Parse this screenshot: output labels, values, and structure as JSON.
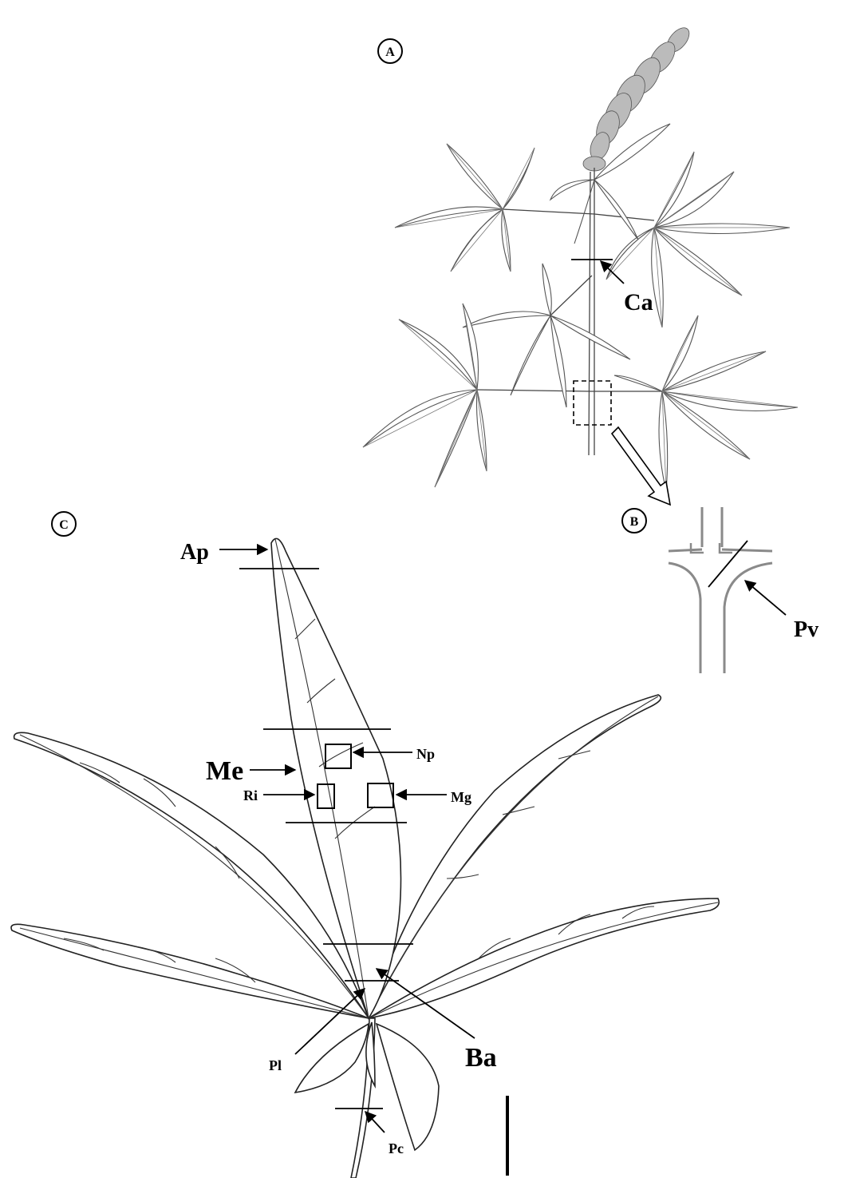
{
  "panels": {
    "a": "A",
    "b": "B",
    "c": "C"
  },
  "labels": {
    "ca": "Ca",
    "pv": "Pv",
    "ap": "Ap",
    "me": "Me",
    "np": "Np",
    "ri": "Ri",
    "mg": "Mg",
    "pl": "Pl",
    "ba": "Ba",
    "pc": "Pc"
  }
}
